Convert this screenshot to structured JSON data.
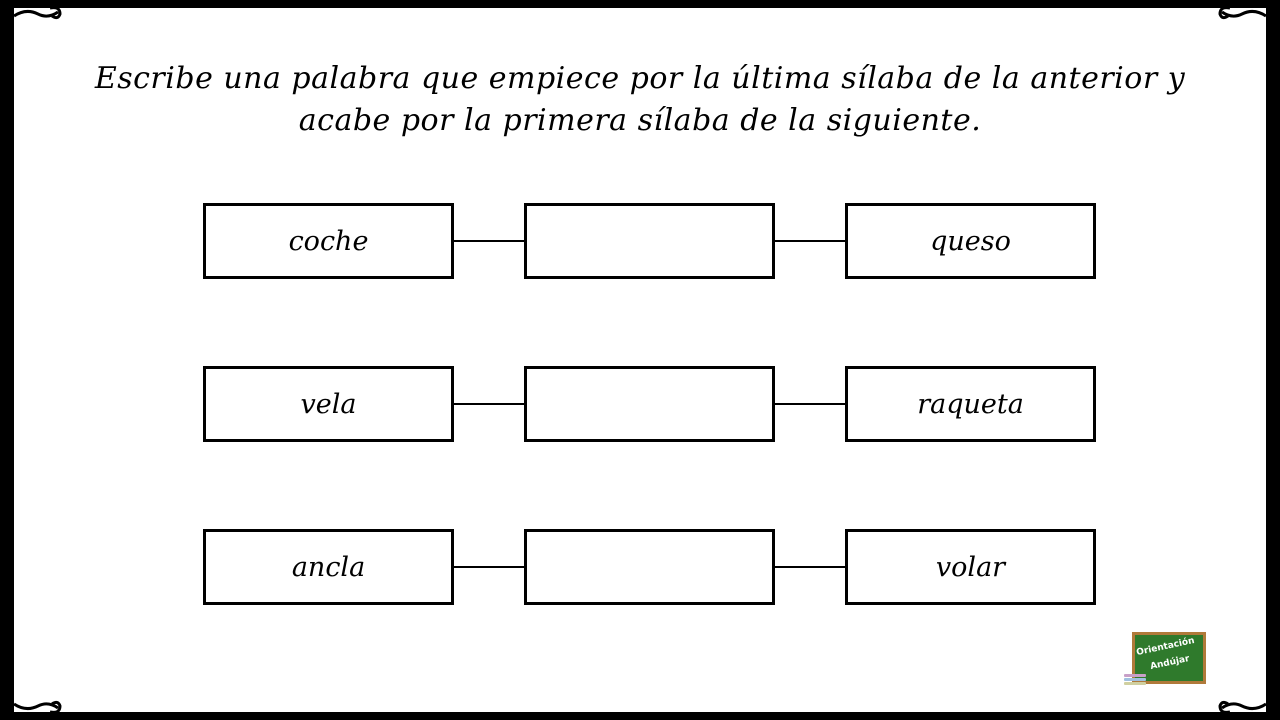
{
  "instructions": {
    "line1": "Escribe una palabra que empiece por la última sílaba de la anterior y",
    "line2": "acabe por la primera sílaba de la siguiente."
  },
  "rows": [
    {
      "left": "coche",
      "middle": "",
      "right": "queso"
    },
    {
      "left": "vela",
      "middle": "",
      "right": "raqueta"
    },
    {
      "left": "ancla",
      "middle": "",
      "right": "volar"
    }
  ],
  "logo": {
    "line1": "Orientación",
    "line2": "Andújar",
    "board_color": "#2f7a2c",
    "frame_color": "#b07a3a"
  },
  "colors": {
    "frame": "#000000",
    "background": "#ffffff"
  }
}
